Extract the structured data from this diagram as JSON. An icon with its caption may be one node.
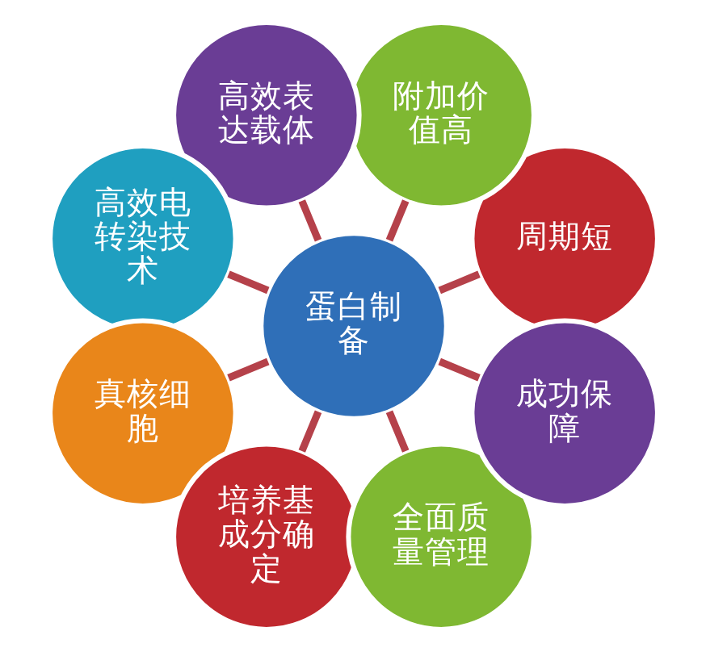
{
  "diagram": {
    "nodes": [
      {
        "text": [
          "蛋白制备"
        ]
      },
      {
        "text": [
          "周期短"
        ]
      },
      {
        "text": [
          "附加价值高"
        ]
      },
      {
        "text": [
          "高效表达载体"
        ]
      },
      {
        "text": [
          "高效电转染技术"
        ]
      },
      {
        "text": [
          "真核细胞"
        ]
      },
      {
        "text": [
          "培养基成分确定"
        ]
      },
      {
        "text": [
          "全面质量管理"
        ]
      },
      {
        "text": [
          "成功保障"
        ]
      }
    ],
    "edges": [
      {
        "from": 0,
        "to": 1,
        "arrow": "none"
      },
      {
        "from": 0,
        "to": 2,
        "arrow": "none"
      },
      {
        "from": 0,
        "to": 3,
        "arrow": "none"
      },
      {
        "from": 0,
        "to": 4,
        "arrow": "none"
      },
      {
        "from": 0,
        "to": 5,
        "arrow": "none"
      },
      {
        "from": 0,
        "to": 6,
        "arrow": "none"
      },
      {
        "from": 0,
        "to": 7,
        "arrow": "none"
      },
      {
        "from": 0,
        "to": 8,
        "arrow": "none"
      }
    ]
  }
}
